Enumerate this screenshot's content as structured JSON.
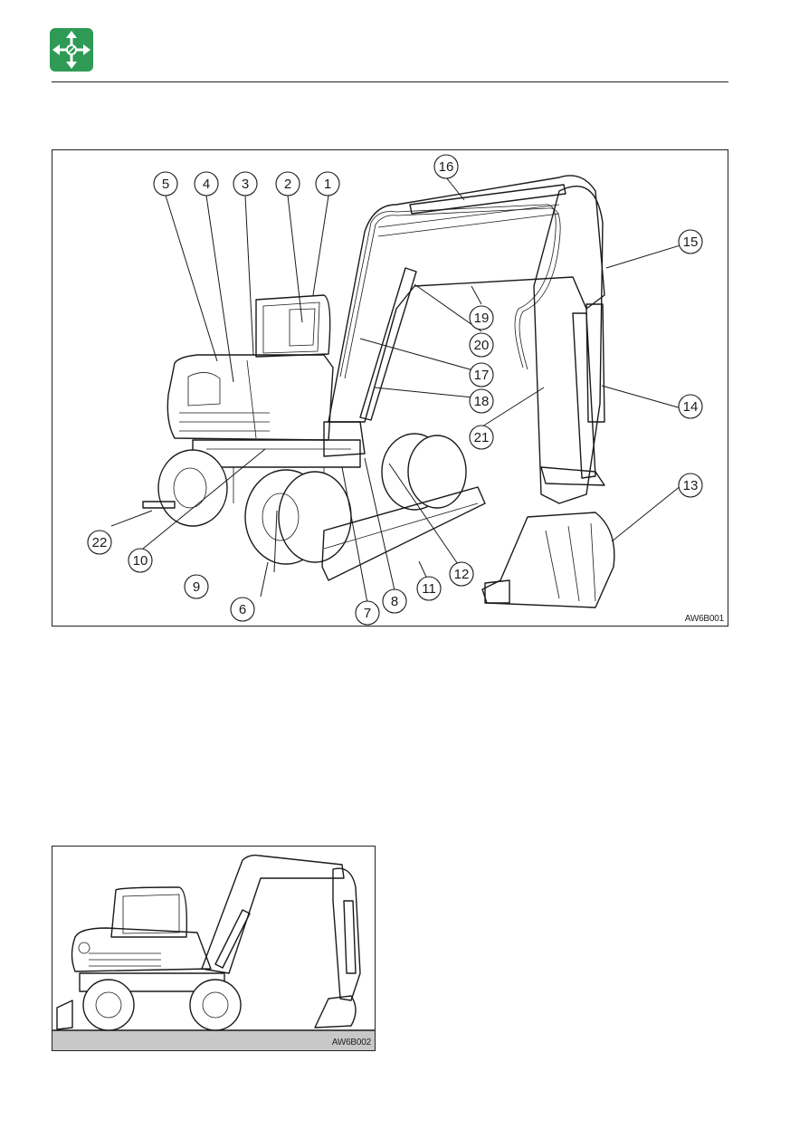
{
  "header": {
    "icon": "move-arrows-icon",
    "icon_color": "#2e9a56"
  },
  "figure_1": {
    "code": "AW6B001",
    "callouts": [
      "1",
      "2",
      "3",
      "4",
      "5",
      "6",
      "7",
      "8",
      "9",
      "10",
      "11",
      "12",
      "13",
      "14",
      "15",
      "16",
      "17",
      "18",
      "19",
      "20",
      "21",
      "22"
    ]
  },
  "figure_2": {
    "code": "AW6B002"
  }
}
